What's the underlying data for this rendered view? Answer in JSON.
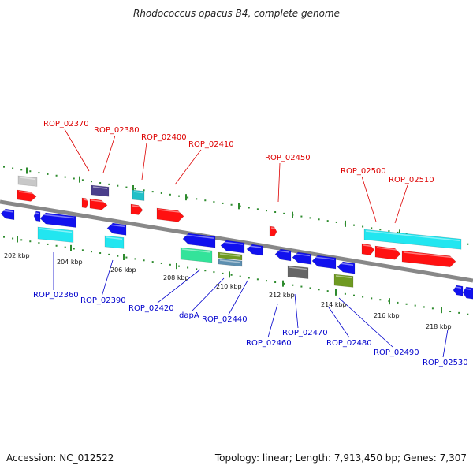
{
  "title": "Rhodococcus opacus B4, complete genome",
  "footer": {
    "accession": "Accession: NC_012522",
    "summary": "Topology: linear; Length: 7,913,450 bp; Genes: 7,307"
  },
  "colors": {
    "backbone": "#888888",
    "tick": "#2e8b2e",
    "top_label": "#dd0000",
    "bottom_label": "#0000cc",
    "red": "#ff1111",
    "blue": "#1111ee",
    "cyan": "#22e6f0",
    "gray": "#c8c8c8",
    "darkgray": "#666666",
    "navy": "#4b3f8c",
    "teal": "#22c0c8",
    "green": "#33e39a",
    "olive": "#6f9a22"
  },
  "scale_labels": [
    "202 kbp",
    "204 kbp",
    "206 kbp",
    "208 kbp",
    "210 kbp",
    "212 kbp",
    "214 kbp",
    "216 kbp",
    "218 kbp"
  ],
  "top_labels": [
    "ROP_02370",
    "ROP_02380",
    "ROP_02400",
    "ROP_02410",
    "ROP_02450",
    "ROP_02500",
    "ROP_02510"
  ],
  "bottom_labels": [
    "ROP_02360",
    "ROP_02390",
    "ROP_02420",
    "dapA",
    "ROP_02440",
    "ROP_02460",
    "ROP_02470",
    "ROP_02480",
    "ROP_02490",
    "ROP_02530"
  ]
}
